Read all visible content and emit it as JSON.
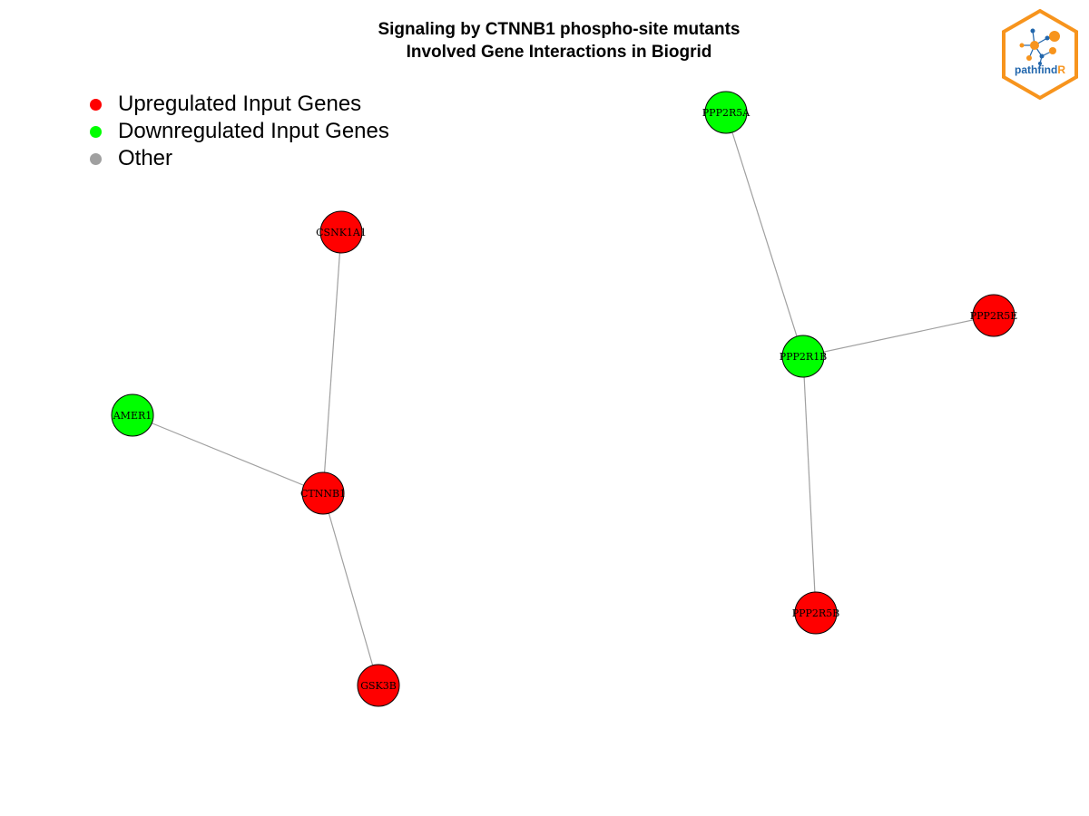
{
  "title": {
    "line1": "Signaling by CTNNB1 phospho-site mutants",
    "line2": "Involved Gene Interactions in Biogrid"
  },
  "legend": [
    {
      "label": "Upregulated Input Genes",
      "color": "#ff0000"
    },
    {
      "label": "Downregulated Input Genes",
      "color": "#00ff00"
    },
    {
      "label": "Other",
      "color": "#a0a0a0"
    }
  ],
  "logo": {
    "text_main": "pathfind",
    "text_accent": "R",
    "icon": "network-hexagon-icon",
    "accent_color": "#f7941d",
    "text_color": "#2166ac"
  },
  "network": {
    "node_colors": {
      "up": "#ff0000",
      "down": "#00ff00"
    },
    "nodes": [
      {
        "id": "CSNK1A1",
        "status": "up"
      },
      {
        "id": "AMER1",
        "status": "down"
      },
      {
        "id": "CTNNB1",
        "status": "up"
      },
      {
        "id": "GSK3B",
        "status": "up"
      },
      {
        "id": "PPP2R5A",
        "status": "down"
      },
      {
        "id": "PPP2R5E",
        "status": "up"
      },
      {
        "id": "PPP2R1B",
        "status": "down"
      },
      {
        "id": "PPP2R5B",
        "status": "up"
      }
    ],
    "edges": [
      [
        "CSNK1A1",
        "CTNNB1"
      ],
      [
        "AMER1",
        "CTNNB1"
      ],
      [
        "CTNNB1",
        "GSK3B"
      ],
      [
        "PPP2R5A",
        "PPP2R1B"
      ],
      [
        "PPP2R5E",
        "PPP2R1B"
      ],
      [
        "PPP2R1B",
        "PPP2R5B"
      ]
    ]
  }
}
